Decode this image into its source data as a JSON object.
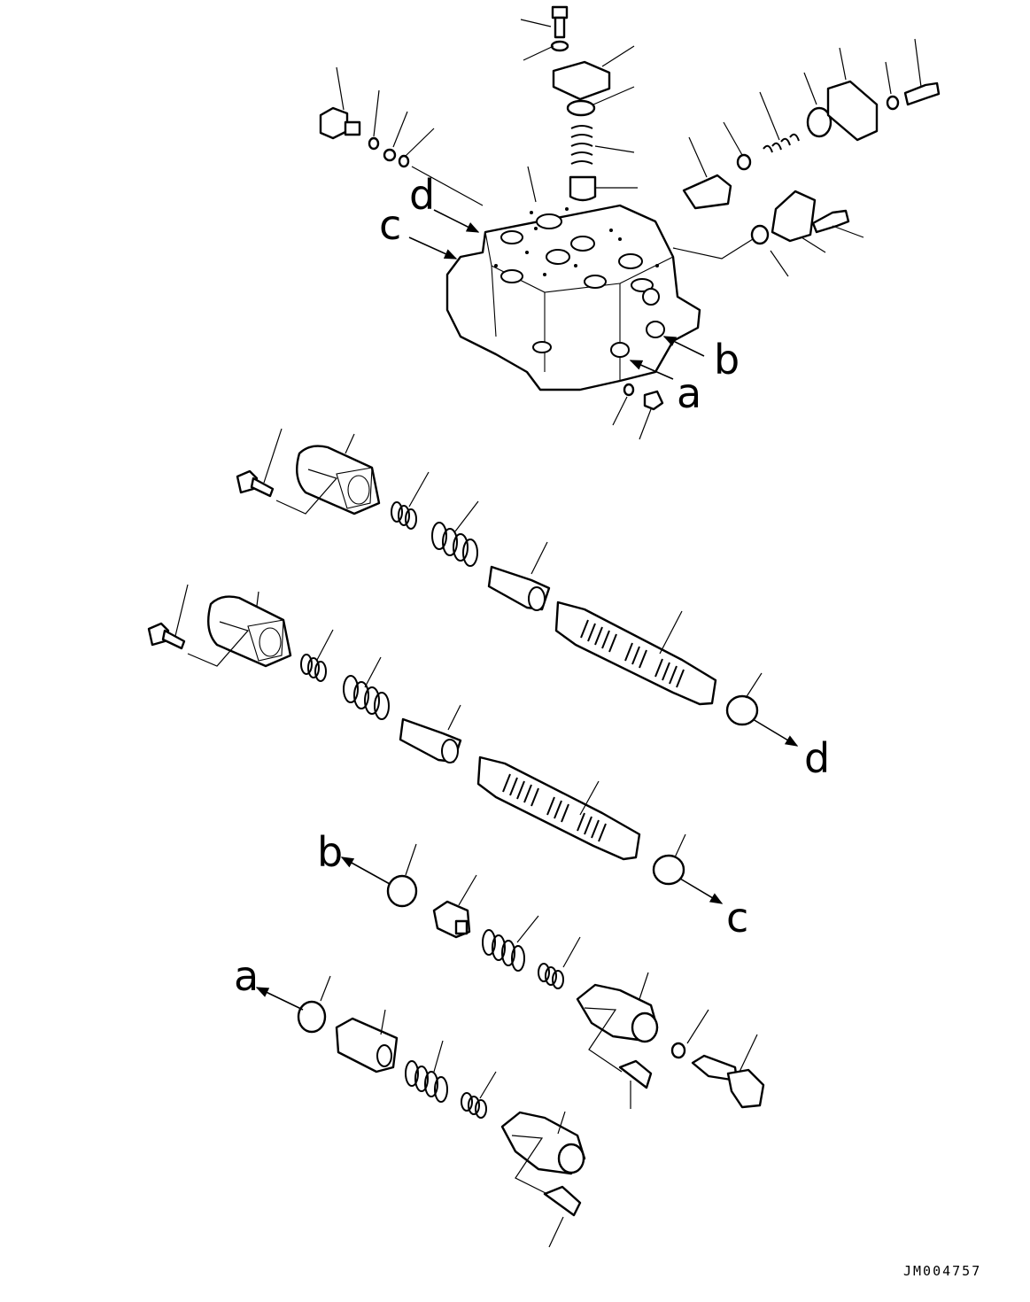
{
  "labels": {
    "a": "a",
    "b": "b",
    "c": "c",
    "d": "d"
  },
  "drawing_code": "JM004757"
}
